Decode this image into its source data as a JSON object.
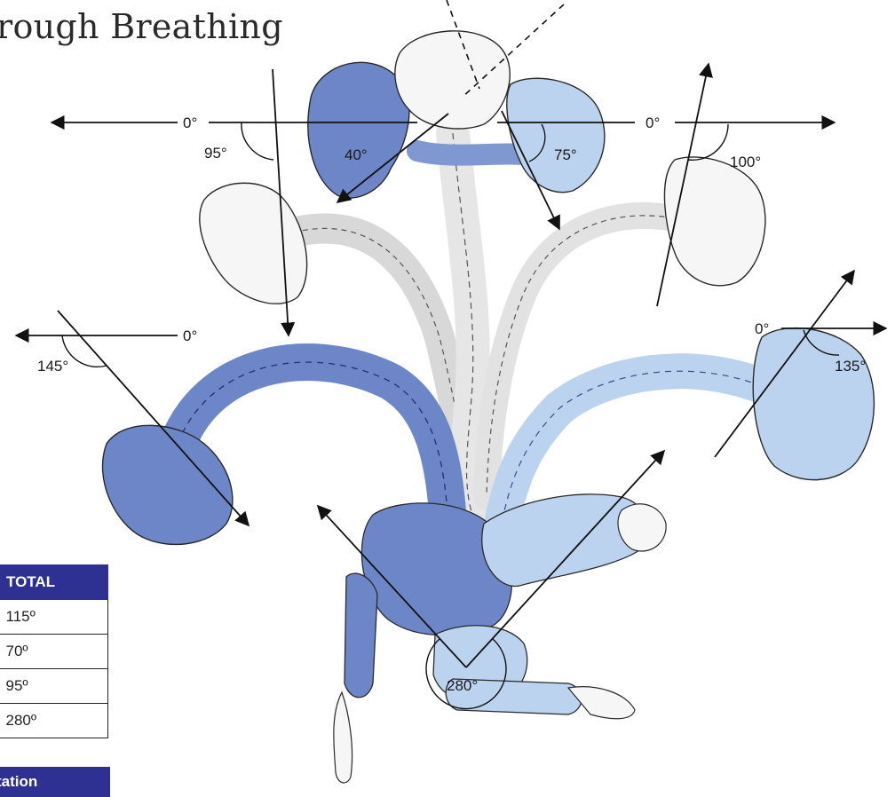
{
  "page": {
    "title": "rough Breathing"
  },
  "angles": {
    "top_left_zero": "0°",
    "top_right_zero": "0°",
    "mid_left_zero": "0°",
    "mid_right_zero": "0°",
    "a95": "95°",
    "a40": "40°",
    "a75": "75°",
    "a100": "100°",
    "a145": "145°",
    "a135": "135°",
    "a280": "280°"
  },
  "table": {
    "header": "TOTAL",
    "rows": [
      "115º",
      "70º",
      "95º",
      "280º"
    ]
  },
  "rotation_box": {
    "label": "tation"
  },
  "colors": {
    "dark_blue": "#6c86c8",
    "light_blue": "#bcd3f0",
    "header_blue": "#2e3192"
  }
}
